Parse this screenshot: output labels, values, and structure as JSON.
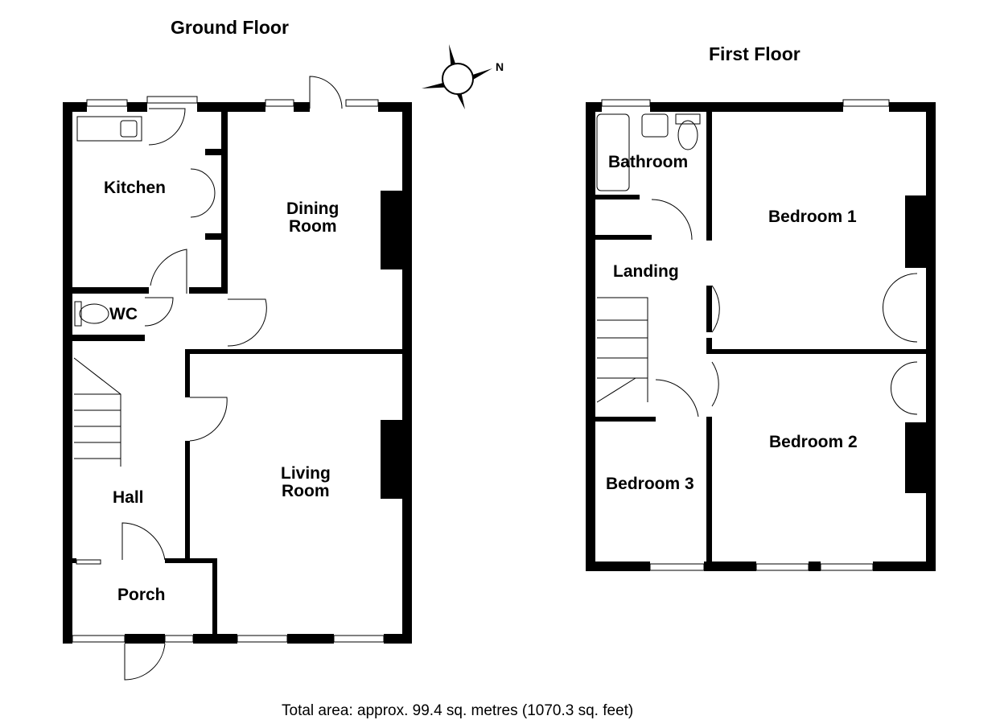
{
  "ground_floor": {
    "title": "Ground Floor",
    "rooms": {
      "kitchen": "Kitchen",
      "dining_1": "Dining",
      "dining_2": "Room",
      "wc": "WC",
      "hall": "Hall",
      "living_1": "Living",
      "living_2": "Room",
      "porch": "Porch"
    }
  },
  "first_floor": {
    "title": "First Floor",
    "rooms": {
      "bathroom": "Bathroom",
      "bedroom1": "Bedroom 1",
      "landing": "Landing",
      "bedroom2": "Bedroom 2",
      "bedroom3": "Bedroom 3"
    }
  },
  "compass": {
    "label": "N"
  },
  "total_area": "Total area: approx. 99.4 sq. metres (1070.3 sq. feet)",
  "colors": {
    "wall": "#000000",
    "background": "#ffffff"
  }
}
